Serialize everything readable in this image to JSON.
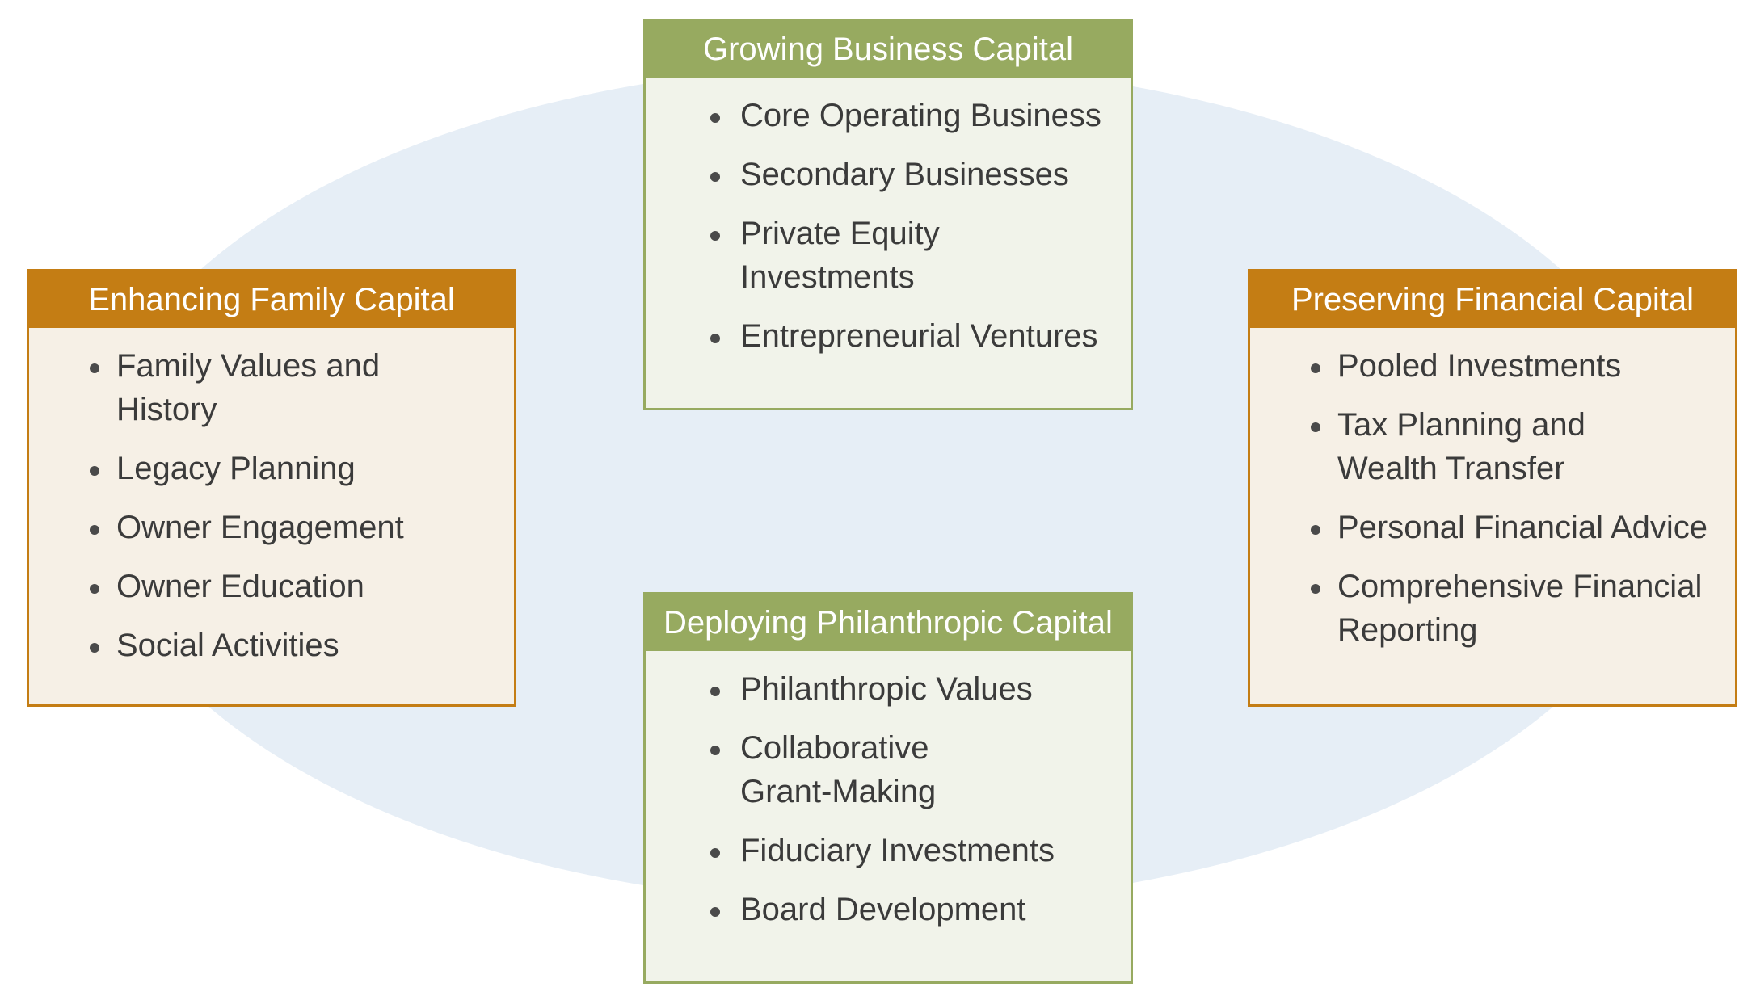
{
  "colors": {
    "orange_accent": "#c47d14",
    "green_accent": "#97aa60",
    "orange_fill": "#f6f0e6",
    "green_fill": "#f1f3ea",
    "ellipse_fill": "#e6eef6",
    "text": "#3b3b3b"
  },
  "boxes": {
    "family": {
      "title": "Enhancing Family Capital",
      "items": [
        "Family Values and\nHistory",
        "Legacy Planning",
        "Owner Engagement",
        "Owner Education",
        "Social Activities"
      ]
    },
    "growing": {
      "title": "Growing Business Capital",
      "items": [
        "Core Operating Business",
        "Secondary Businesses",
        "Private Equity\nInvestments",
        "Entrepreneurial Ventures"
      ]
    },
    "preserving": {
      "title": "Preserving Financial Capital",
      "items": [
        "Pooled Investments",
        "Tax Planning and\nWealth Transfer",
        "Personal Financial Advice",
        "Comprehensive Financial\nReporting"
      ]
    },
    "deploying": {
      "title": "Deploying Philanthropic Capital",
      "items": [
        "Philanthropic Values",
        "Collaborative\nGrant-Making",
        "Fiduciary Investments",
        "Board Development"
      ]
    }
  }
}
